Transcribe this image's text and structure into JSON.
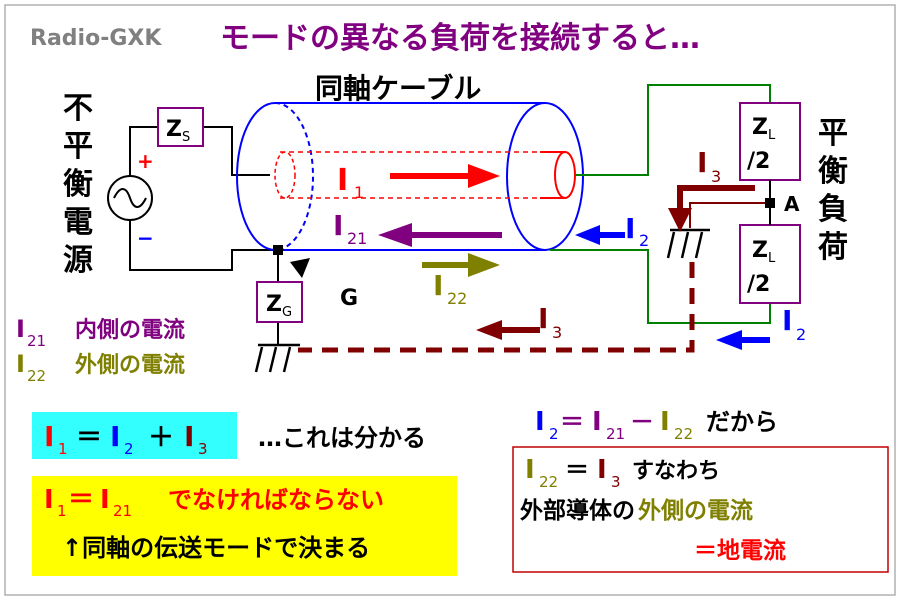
{
  "header": {
    "brand": "Radio-GXK",
    "title": "モードの異なる負荷を接続すると…"
  },
  "labels": {
    "cable": "同軸ケーブル",
    "source": [
      "不",
      "平",
      "衡",
      "電",
      "源"
    ],
    "load": [
      "平",
      "衡",
      "負",
      "荷"
    ],
    "source_plus": "+",
    "source_minus": "−",
    "zs": "Z",
    "zs_sub": "S",
    "zg": "Z",
    "zg_sub": "G",
    "zl": "Z",
    "zl_sub": "L",
    "zl_div": "/2",
    "node_g": "G",
    "node_a": "A",
    "i1": "I",
    "i1_sub": "1",
    "i21": "I",
    "i21_sub": "21",
    "i22": "I",
    "i22_sub": "22",
    "i2": "I",
    "i2_sub": "2",
    "i3": "I",
    "i3_sub": "3"
  },
  "legend": {
    "i21_label": "I",
    "i21_sub": "21",
    "i21_text": "内側の電流",
    "i22_label": "I",
    "i22_sub": "22",
    "i22_text": "外側の電流"
  },
  "box1": {
    "parts": [
      "I",
      "1",
      "＝",
      "I",
      "2",
      "＋",
      "I",
      "3"
    ],
    "note": "…これは分かる"
  },
  "box2": {
    "line1_a": "I",
    "line1_a_sub": "1",
    "line1_eq": "＝",
    "line1_b": "I",
    "line1_b_sub": "21",
    "line1_text": "でなければならない",
    "line2": "↑同軸の伝送モードで決まる"
  },
  "right_text": {
    "eq_a": "I",
    "eq_a_sub": "2",
    "eq_op": "＝",
    "eq_b": "I",
    "eq_b_sub": "21",
    "eq_minus": "－",
    "eq_c": "I",
    "eq_c_sub": "22",
    "eq_tail": "だから"
  },
  "box3": {
    "a": "I",
    "a_sub": "22",
    "eq": "＝",
    "b": "I",
    "b_sub": "3",
    "tail": "すなわち",
    "line2a": "外部導体の",
    "line2b": "外側の電流",
    "line3": "＝地電流"
  },
  "colors": {
    "red": "#ff0000",
    "purple": "#800080",
    "olive": "#808000",
    "blue": "#0000ff",
    "maroon": "#800000",
    "green": "#008000",
    "cyan": "#33ffff",
    "yellow": "#ffff00",
    "gray": "#808080",
    "boxborder": "#7030a0"
  }
}
